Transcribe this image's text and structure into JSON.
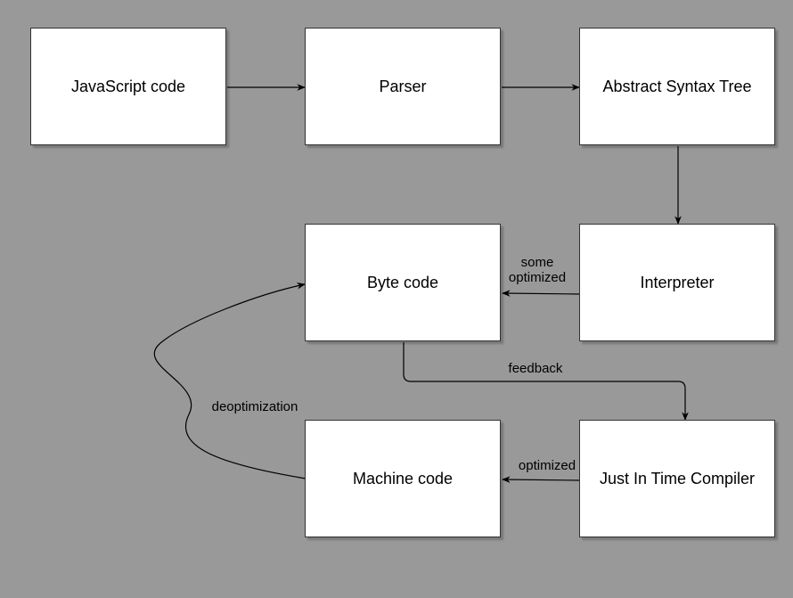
{
  "nodes": {
    "js_code": "JavaScript code",
    "parser": "Parser",
    "ast": "Abstract Syntax Tree",
    "byte_code": "Byte code",
    "interpreter": "Interpreter",
    "machine_code": "Machine code",
    "jit_compiler": "Just In Time Compiler"
  },
  "edge_labels": {
    "some_optimized_line1": "some",
    "some_optimized_line2": "optimized",
    "feedback": "feedback",
    "deoptimization": "deoptimization",
    "optimized": "optimized"
  },
  "colors": {
    "background": "#999999",
    "node_fill": "#ffffff",
    "stroke": "#000000"
  }
}
